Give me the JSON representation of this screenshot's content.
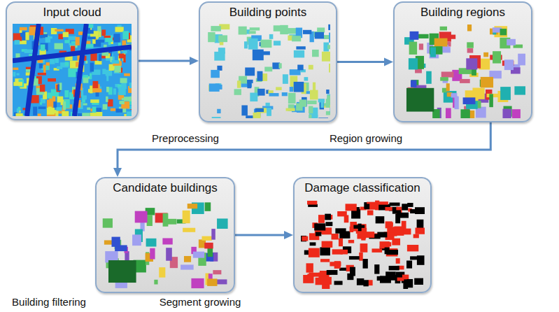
{
  "diagram": {
    "nodes": [
      {
        "text": [
          "Input cloud"
        ]
      },
      {
        "text": [
          "Building points"
        ]
      },
      {
        "text": [
          "Building regions"
        ]
      },
      {
        "text": [
          "Candidate buildings"
        ]
      },
      {
        "text": [
          "Damage classification"
        ]
      }
    ],
    "edges": [
      {
        "from": 0,
        "to": 1,
        "arrow": "to",
        "label": "Preprocessing"
      },
      {
        "from": 1,
        "to": 2,
        "arrow": "to",
        "label": "Region growing"
      },
      {
        "from": 2,
        "to": 3,
        "arrow": "to",
        "label": "Building filtering"
      },
      {
        "from": 3,
        "to": 4,
        "arrow": "to",
        "label": "Segment growing"
      }
    ]
  }
}
